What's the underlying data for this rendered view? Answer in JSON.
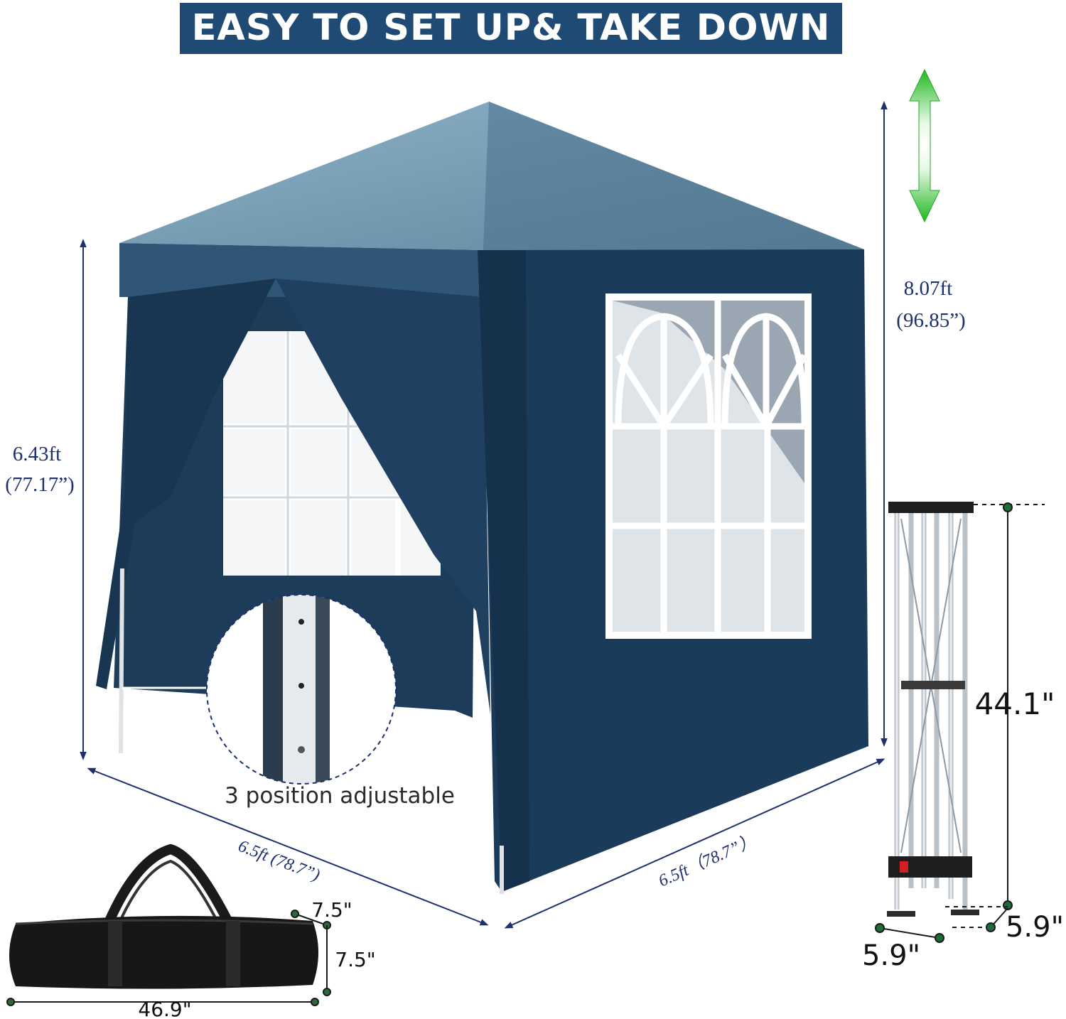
{
  "banner": {
    "title": "EASY TO SET UP& TAKE DOWN"
  },
  "dimensions": {
    "height_side": {
      "ft": "6.43ft",
      "in": "(77.17”)"
    },
    "height_peak": {
      "ft": "8.07ft",
      "in": "(96.85”)"
    },
    "width_left": "6.5ft (78.7”)",
    "width_right": "6.5ft（78.7”）"
  },
  "callout": {
    "text": "3 position adjustable"
  },
  "bag": {
    "length": "46.9\"",
    "height": "7.5\"",
    "depth": "7.5\""
  },
  "folded_frame": {
    "height": "44.1\"",
    "depth": "5.9\"",
    "width": "5.9\""
  },
  "colors": {
    "banner": "#1f4a73",
    "canopy": "#1f3f5e",
    "roof": "#6e96b0",
    "dimension_line": "#1d2f6e",
    "adjust_arrow": "#2ec42e"
  },
  "icons": [
    "up-down-arrow-icon",
    "dimension-arrow-icon"
  ]
}
